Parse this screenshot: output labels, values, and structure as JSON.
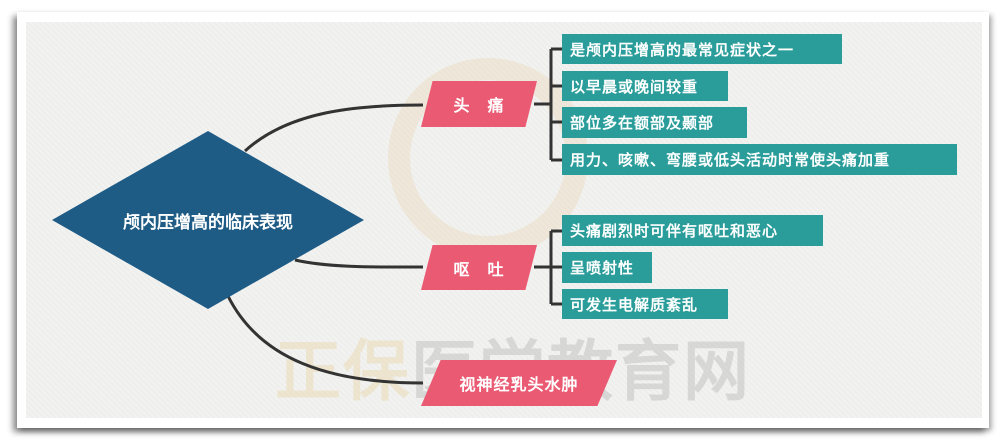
{
  "watermark": {
    "part1": "正保",
    "part2": "医学教育网"
  },
  "center": {
    "label": "颅内压增高的临床表现"
  },
  "branches": [
    {
      "label": "头　痛",
      "items": [
        "是颅内压增高的最常见症状之一",
        "以早晨或晚间较重",
        "部位多在额部及颞部",
        "用力、咳嗽、弯腰或低头活动时常使头痛加重"
      ]
    },
    {
      "label": "呕　吐",
      "items": [
        "头痛剧烈时可伴有呕吐和恶心",
        "呈喷射性",
        "可发生电解质紊乱"
      ]
    },
    {
      "label": "视神经乳头水肿",
      "items": []
    }
  ],
  "colors": {
    "center": "#1e5c85",
    "branch": "#eb5a73",
    "leaf": "#2a9d9b",
    "line": "#333333"
  }
}
